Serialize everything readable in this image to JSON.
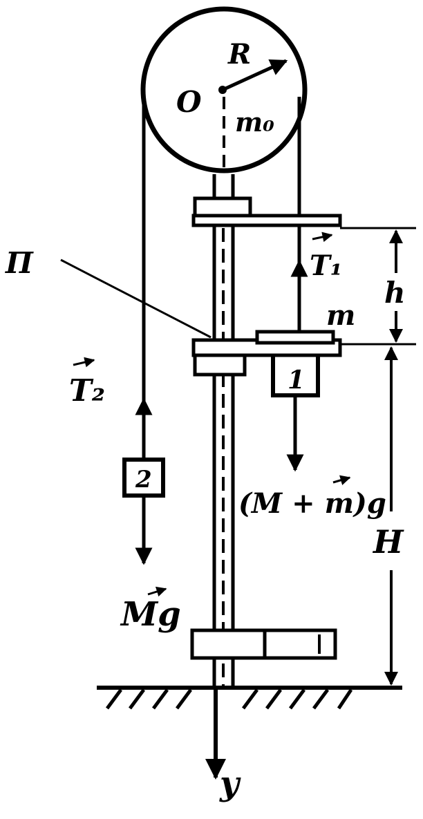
{
  "labels": {
    "radius": "R",
    "center": "O",
    "pulley_mass": "m₀",
    "tension_1": "T₁",
    "tension_2": "T₂",
    "height_h": "h",
    "height_H": "H",
    "mass_m": "m",
    "weight_1": "(M + m)g",
    "weight_2": "Mg",
    "load_1": "1",
    "load_2": "2",
    "catch": "П",
    "axis_y": "y"
  },
  "colors": {
    "ink": "#000000",
    "paper": "#ffffff"
  }
}
